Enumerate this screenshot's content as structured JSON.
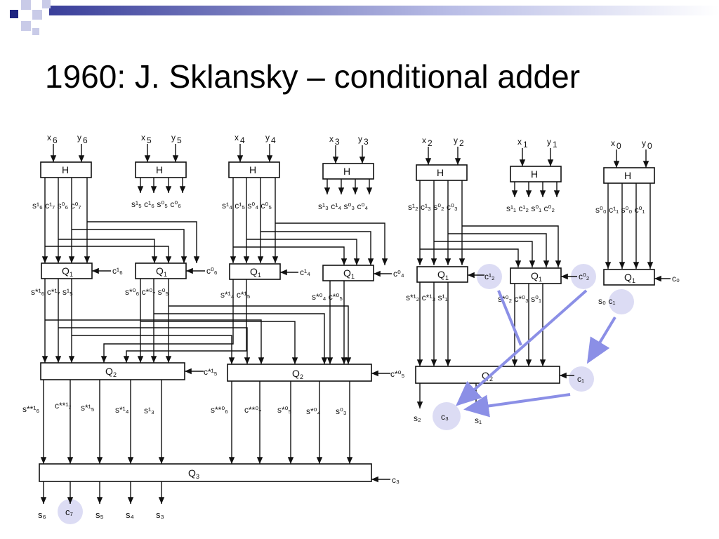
{
  "title": "1960:  J. Sklansky – conditional adder",
  "colors": {
    "accent_blue": "#8b8fe6",
    "highlight": "#dcdcf4",
    "header_bar": "#3a3f9a"
  },
  "diagram": {
    "h_blocks": [
      {
        "label": "H",
        "inputs": [
          "x6",
          "y6"
        ],
        "outputs": [
          "s¹6",
          "c¹7",
          "s⁰ 6",
          "c⁰ 7"
        ]
      },
      {
        "label": "H",
        "inputs": [
          "x5",
          "y5"
        ],
        "outputs": [
          "s¹5",
          "c¹6",
          "s⁰5",
          "c⁰6"
        ]
      },
      {
        "label": "H",
        "inputs": [
          "x4",
          "y4"
        ],
        "outputs": [
          "s¹4",
          "c¹5",
          "s⁰4",
          "c⁰5"
        ]
      },
      {
        "label": "H",
        "inputs": [
          "x3",
          "y3"
        ],
        "outputs": [
          "s¹3",
          "c¹4",
          "s⁰3",
          "c⁰4"
        ]
      },
      {
        "label": "H",
        "inputs": [
          "x2",
          "y2"
        ],
        "outputs": [
          "s¹2",
          "c¹3",
          "s⁰2",
          "c⁰3"
        ]
      },
      {
        "label": "H",
        "inputs": [
          "x1",
          "y1"
        ],
        "outputs": [
          "s¹1",
          "c¹2",
          "s⁰1",
          "c⁰2"
        ]
      },
      {
        "label": "H",
        "inputs": [
          "x0",
          "y0"
        ],
        "outputs": [
          "s⁰0",
          "c¹1",
          "s⁰0",
          "c⁰1"
        ]
      }
    ],
    "q1_blocks": [
      {
        "label": "Q1",
        "control": "c¹6",
        "outputs": "s*1 6 c*1 7 s¹5"
      },
      {
        "label": "Q1",
        "control": "c⁰6",
        "outputs": "s*0 6 c*0 7 s⁰5"
      },
      {
        "label": "Q1",
        "control": "c¹4",
        "outputs": "s*1 4 c*1 5"
      },
      {
        "label": "Q1",
        "control": "c⁰4",
        "outputs": "s*0 4 c*0 5"
      },
      {
        "label": "Q1",
        "control": "c¹2",
        "outputs": "s*1 2 c*1 3 s¹1"
      },
      {
        "label": "Q1",
        "control": "c⁰2",
        "outputs": "s*0 2 c*0 3 s⁰1"
      },
      {
        "label": "Q1",
        "control": "c0",
        "outputs": "s0 c1"
      }
    ],
    "q2_blocks": [
      {
        "label": "Q2",
        "control": "c*1 5"
      },
      {
        "label": "Q2",
        "control": "c*0 5"
      },
      {
        "label": "Q2",
        "control": "c1"
      }
    ],
    "q3_block": {
      "label": "Q3",
      "control": "c3"
    },
    "outputs_left": [
      "s6",
      "c7",
      "s5",
      "s4",
      "s3"
    ],
    "outputs_right": [
      "s2",
      "c3",
      "s1"
    ],
    "highlighted_nodes": [
      "c¹2",
      "c⁰2",
      "c1 (from Q1)",
      "c1",
      "c3",
      "c7"
    ]
  }
}
